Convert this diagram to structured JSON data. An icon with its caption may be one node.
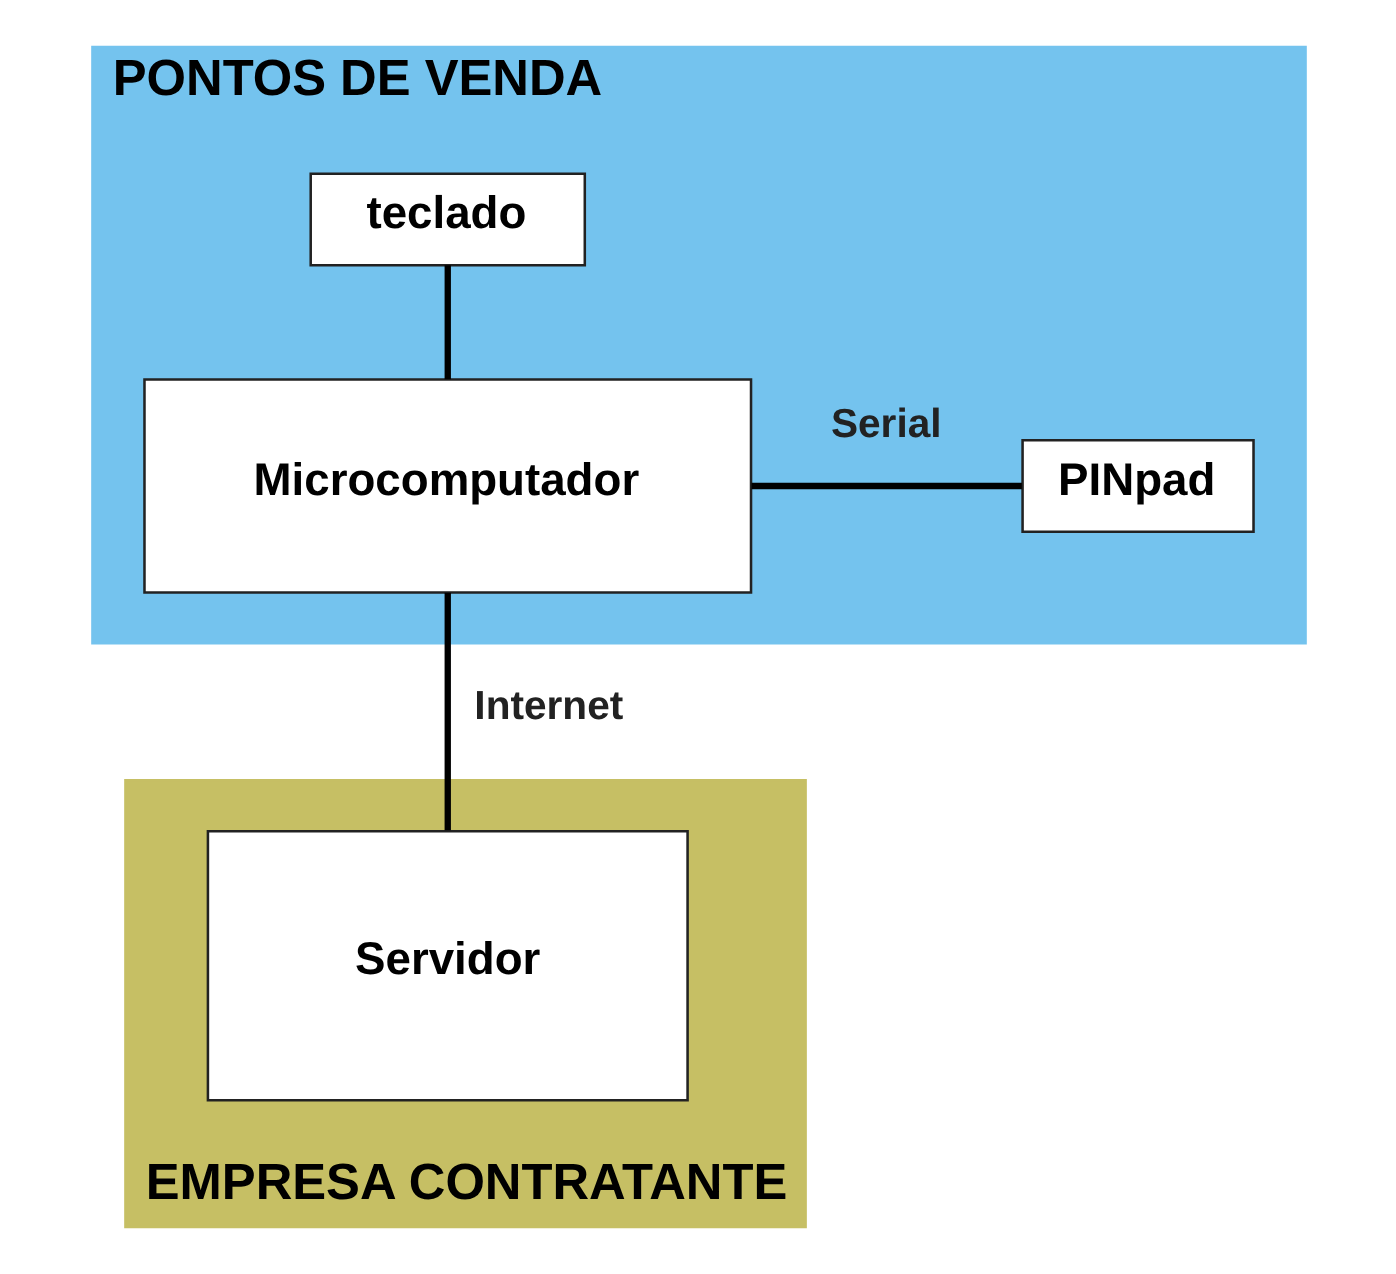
{
  "diagram": {
    "nodes": [
      {
        "text": [
          "PONTOS DE VENDA"
        ]
      },
      {
        "text": [
          "teclado"
        ],
        "in": 0
      },
      {
        "text": [
          "Microcomputador"
        ],
        "in": 0
      },
      {
        "text": [
          "PINpad"
        ],
        "in": 0
      },
      {
        "text": [
          "EMPRESA CONTRATANTE"
        ]
      },
      {
        "text": [
          "Servidor"
        ],
        "in": 4
      }
    ],
    "edges": [
      {
        "from": 2,
        "to": 1,
        "arrow": "none"
      },
      {
        "from": 2,
        "to": 3,
        "arrow": "none",
        "label": "Serial"
      },
      {
        "from": 2,
        "to": 5,
        "arrow": "none",
        "label": "Internet"
      }
    ]
  }
}
